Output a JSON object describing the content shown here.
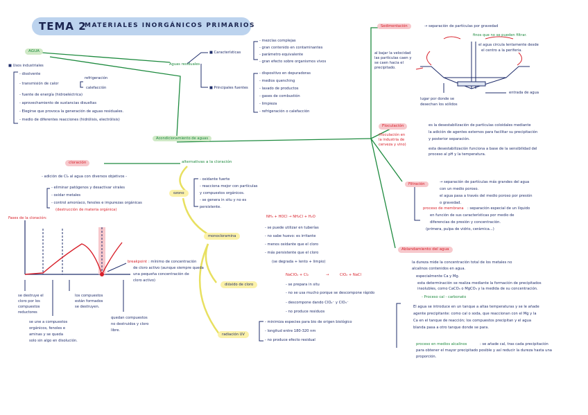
{
  "title": {
    "main": "TEMA 2",
    "sub": "MATERIALES INORGÁNICOS PRIMARIOS"
  },
  "agua": {
    "label": "AGUA",
    "usos_heading": "■ Usos industriales",
    "usos": [
      "- disolvente",
      "- transmisión de calor",
      "- fuente de energía (hidroeléctrica)",
      "- aprovechamiento de sustancias disueltas",
      "- Elegirse que provoca la generación de aguas residuales.",
      "- medio de diferentes reacciones (hidrólisis, electrólisis)"
    ],
    "calor_opts": [
      "refrigeración",
      "calefacción"
    ]
  },
  "residuales": {
    "label": "Aguas residuales",
    "caracteristicas_label": "■ Características",
    "caracteristicas": [
      "- mezclas complejas",
      "- gran contenido en contaminantes",
      "- parámetro equivalente",
      "- gran efecto sobre organismos vivos"
    ],
    "fuentes_label": "■ Principales fuentes",
    "fuentes": [
      "- dispositivo en depuradoras",
      "- medios quenching",
      "- lavado de productos",
      "- gases de combustión",
      "- limpieza",
      "- refrigeración o calefacción"
    ]
  },
  "acondicionamiento": {
    "label": "Acondicionamiento de aguas"
  },
  "cloracion": {
    "label": "cloración",
    "intro": "- adición de Cl₂ al agua con diversos objetivos -",
    "objetivos": [
      "- eliminar patógenos y desactivar virales",
      "- oxidar metales",
      "- control amoníaco, fenoles e impurezas orgánicas"
    ],
    "objetivos_note": "(destrucción de materia orgánica)",
    "fases_label": "Fases de la cloración:",
    "breakpoint_title": "breakpoint",
    "breakpoint_desc": [
      ": mínimo de concentración",
      "de cloro activo (aunque siempre queda",
      "una pequeña concentración de",
      "cloro activo)"
    ],
    "notes": [
      [
        "se destruye el",
        "cloro por los",
        "compuestos",
        "reductores"
      ],
      [
        "se une a compuestos",
        "orgánicos, fenoles e",
        "aminas y se queda",
        "solo sin algo en disolución."
      ],
      [
        "los compuestos",
        "están formados",
        "se destruyen."
      ],
      [
        "quedan compuestos",
        "no destruidos y cloro",
        "libre."
      ]
    ]
  },
  "alternativas": {
    "label": "alternativas a la cloración",
    "ozono": {
      "label": "ozono",
      "items": [
        "- oxidante fuerte",
        "- reacciona mejor con partículas",
        "  y compuestos orgánicos.",
        "- se genera in situ y no es",
        "  persistente."
      ]
    },
    "monocloramina": {
      "label": "monocloramina",
      "reaction": "NH₃ + HOCl → NH₂Cl + H₂O",
      "items": [
        "- se puede utilizar en tuberías",
        "- no sabe huevo: es irritante",
        "- menos oxidante que el cloro",
        "- más persistente que el cloro"
      ],
      "note": "(se degrada + lento + limpio)"
    },
    "dioxido": {
      "label": "dióxido de cloro",
      "reaction_left": "NaClO₂ + Cl₂",
      "reaction_right": "ClO₂ + NaCl",
      "items": [
        "- se prepara in situ",
        "- no se usa mucho porque se descompone rápido",
        "- descompone dando ClO₂⁻ y ClO₃⁻",
        "- no produce residuos"
      ]
    },
    "radiacion": {
      "label": "radiación UV",
      "items": [
        "- minimiza especies para bio de origen biológico",
        "- longitud entre 180-320 nm",
        "- no produce efecto residual"
      ]
    }
  },
  "sedimentacion": {
    "label": "Sedimentación",
    "desc": "→ separación de partículas por gravedad",
    "finos": "finos que no se pueden filtrar.",
    "agua_circula": [
      "el agua circula lentamente desde",
      "el centro a la periferia."
    ],
    "bajar": [
      "al bajar la velocidad",
      "las partículas caen y",
      "se caen hacia el",
      "precipitado."
    ],
    "lugar": [
      "lugar por donde se",
      "desechan los sólidos"
    ],
    "entrada": "entrada de agua"
  },
  "floculacion": {
    "label": "Floculación",
    "note": [
      "(floculación en",
      "la industria de",
      "cerveza y vino)"
    ],
    "desc": [
      "es la desestabilización de partículas coloidales mediante",
      "la adición de agentes externos para facilitar su precipitación",
      "y posterior separación."
    ],
    "desc2": [
      "esta desestabilización funciona a base de la sensibilidad del",
      "proceso al pH y la temperatura."
    ]
  },
  "filtracion": {
    "label": "Filtración",
    "desc": [
      "→ separación de partículas más grandes del agua",
      "   con un medio poroso.",
      "   el agua pasa a través del medio poroso por presión",
      "   o gravedad."
    ],
    "membrana_title": "proceso de membrana",
    "membrana": [
      ": separación especial de un líquido",
      "en función de sus características por medio de",
      "diferencias de presión y concentración."
    ],
    "membrana_note": "(primera, pulpa de vidrio, cerámica...)"
  },
  "ablandamiento": {
    "label": "Ablandamiento del agua",
    "desc": [
      "la dureza mide la concentración total de los metales no",
      "alcalinos contenidos en agua."
    ],
    "especialmente": "especialmente Ca y Mg.",
    "det": [
      "esta determinación se realiza mediante la formación de precipitados",
      "insolubles, como CaCO₃ o MgCO₃ y la medida de su concentración."
    ],
    "cal_label": "- Proceso cal - carbonato",
    "cal": [
      "El agua se introduce en un tanque a altas temperaturas y se le añade",
      "agente precipitante: como cal o soda, que reaccionan con el Mg y la",
      "Ca en el tanque de reacción; los compuestos precipitan y el agua",
      "blanda pasa a otro tanque donde se para."
    ],
    "frio_label": "proceso en medios alcalinos",
    "frio": [
      ": se añade cal, tras cada precipitación",
      "para obtener el mayor precipitado posible y así reducir la dureza hasta una",
      "proporción."
    ]
  },
  "colors": {
    "blue": "#1f2d6b",
    "green": "#1d8a3e",
    "red": "#d8202a",
    "title_bg": "#bcd3ee",
    "hl_green": "#cfe9c6",
    "hl_pink": "#f7c8cc",
    "hl_yellow": "#fbf1a8"
  }
}
